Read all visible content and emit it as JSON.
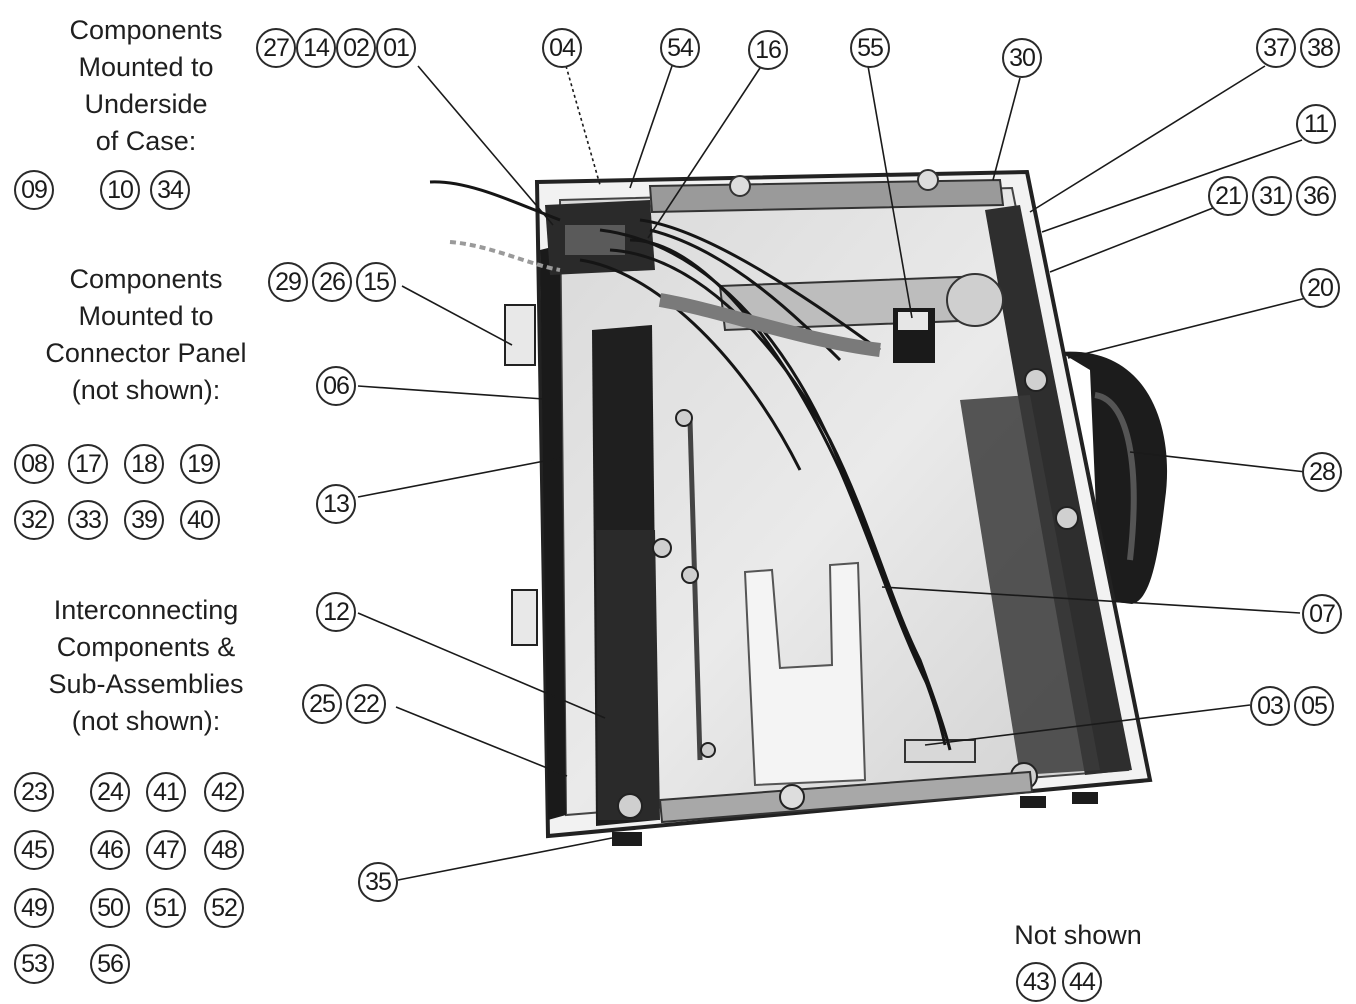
{
  "left_groups": [
    {
      "title": "Components\nMounted to\nUnderside\nof Case:",
      "items": [
        "09",
        "10",
        "34"
      ]
    },
    {
      "title": "Components\nMounted to\nConnector Panel\n(not shown):",
      "items": [
        "08",
        "17",
        "18",
        "19",
        "32",
        "33",
        "39",
        "40"
      ]
    },
    {
      "title": "Interconnecting\nComponents &\nSub-Assemblies\n(not shown):",
      "items": [
        "23",
        "24",
        "41",
        "42",
        "45",
        "46",
        "47",
        "48",
        "49",
        "50",
        "51",
        "52",
        "53",
        "56"
      ]
    }
  ],
  "not_shown": {
    "title": "Not shown",
    "items": [
      "43",
      "44"
    ]
  },
  "callouts": [
    {
      "id": "c-27-14-02-01",
      "labels": [
        "27",
        "14",
        "02",
        "01"
      ]
    },
    {
      "id": "c-04",
      "labels": [
        "04"
      ]
    },
    {
      "id": "c-54",
      "labels": [
        "54"
      ]
    },
    {
      "id": "c-16",
      "labels": [
        "16"
      ]
    },
    {
      "id": "c-55",
      "labels": [
        "55"
      ]
    },
    {
      "id": "c-30",
      "labels": [
        "30"
      ]
    },
    {
      "id": "c-37-38",
      "labels": [
        "37",
        "38"
      ]
    },
    {
      "id": "c-11",
      "labels": [
        "11"
      ]
    },
    {
      "id": "c-21-31-36",
      "labels": [
        "21",
        "31",
        "36"
      ]
    },
    {
      "id": "c-29-26-15",
      "labels": [
        "29",
        "26",
        "15"
      ]
    },
    {
      "id": "c-20",
      "labels": [
        "20"
      ]
    },
    {
      "id": "c-06",
      "labels": [
        "06"
      ]
    },
    {
      "id": "c-28",
      "labels": [
        "28"
      ]
    },
    {
      "id": "c-13",
      "labels": [
        "13"
      ]
    },
    {
      "id": "c-07",
      "labels": [
        "07"
      ]
    },
    {
      "id": "c-12",
      "labels": [
        "12"
      ]
    },
    {
      "id": "c-25-22",
      "labels": [
        "25",
        "22"
      ]
    },
    {
      "id": "c-03-05",
      "labels": [
        "03",
        "05"
      ]
    },
    {
      "id": "c-35",
      "labels": [
        "35"
      ]
    }
  ]
}
